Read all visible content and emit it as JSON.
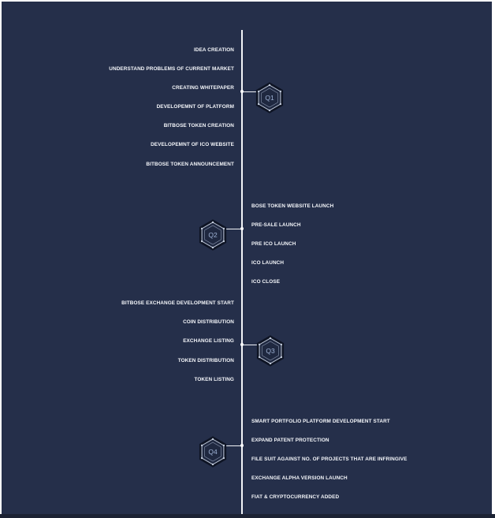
{
  "colors": {
    "background": "#252f4a",
    "line": "#f2f4f8",
    "text": "#f4f6fa",
    "badge_outline": "#c3ccdc",
    "badge_label": "#9fb3d6"
  },
  "quarters": [
    {
      "label": "Q1",
      "side": "left",
      "items": [
        "IDEA CREATION",
        "UNDERSTAND PROBLEMS OF CURRENT MARKET",
        "CREATING WHITEPAPER",
        "DEVELOPEMNT OF PLATFORM",
        "BITBOSE TOKEN CREATION",
        "DEVELOPEMNT OF ICO WEBSITE",
        "BITBOSE TOKEN ANNOUNCEMENT"
      ]
    },
    {
      "label": "Q2",
      "side": "right",
      "items": [
        "BOSE TOKEN WEBSITE LAUNCH",
        "PRE-SALE LAUNCH",
        "PRE ICO LAUNCH",
        "ICO LAUNCH",
        "ICO CLOSE"
      ]
    },
    {
      "label": "Q3",
      "side": "left",
      "items": [
        "BITBOSE EXCHANGE DEVELOPMENT START",
        "COIN DISTRIBUTION",
        "EXCHANGE LISTING",
        "TOKEN DISTRIBUTION",
        "TOKEN LISTING"
      ]
    },
    {
      "label": "Q4",
      "side": "right",
      "items": [
        "SMART PORTFOLIO PLATFORM DEVELOPMENT START",
        "EXPAND PATENT PROTECTION",
        "FILE SUIT AGAINST NO. OF PROJECTS THAT ARE INFRINGIVE",
        "EXCHANGE ALPHA VERSION LAUNCH",
        "FIAT & CRYPTOCURRENCY ADDED"
      ]
    }
  ]
}
